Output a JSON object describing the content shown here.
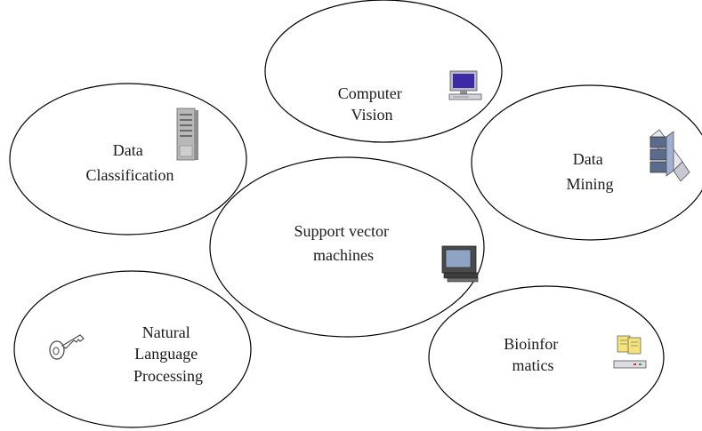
{
  "center": {
    "lines": [
      "Support vector",
      "machines"
    ],
    "icon": "computer-terminal-icon"
  },
  "applications": [
    {
      "id": "computer-vision",
      "lines": [
        "Computer",
        "Vision"
      ],
      "icon": "desktop-computer-icon"
    },
    {
      "id": "data-classification",
      "lines": [
        "Data",
        "Classification"
      ],
      "icon": "server-tower-icon"
    },
    {
      "id": "data-mining",
      "lines": [
        "Data",
        "Mining"
      ],
      "icon": "database-storage-icon"
    },
    {
      "id": "natural-language-processing",
      "lines": [
        "Natural",
        "Language",
        "Processing"
      ],
      "icon": "key-icon"
    },
    {
      "id": "bioinformatics",
      "lines": [
        "Bioinfor",
        "matics"
      ],
      "icon": "workstation-documents-icon"
    }
  ]
}
